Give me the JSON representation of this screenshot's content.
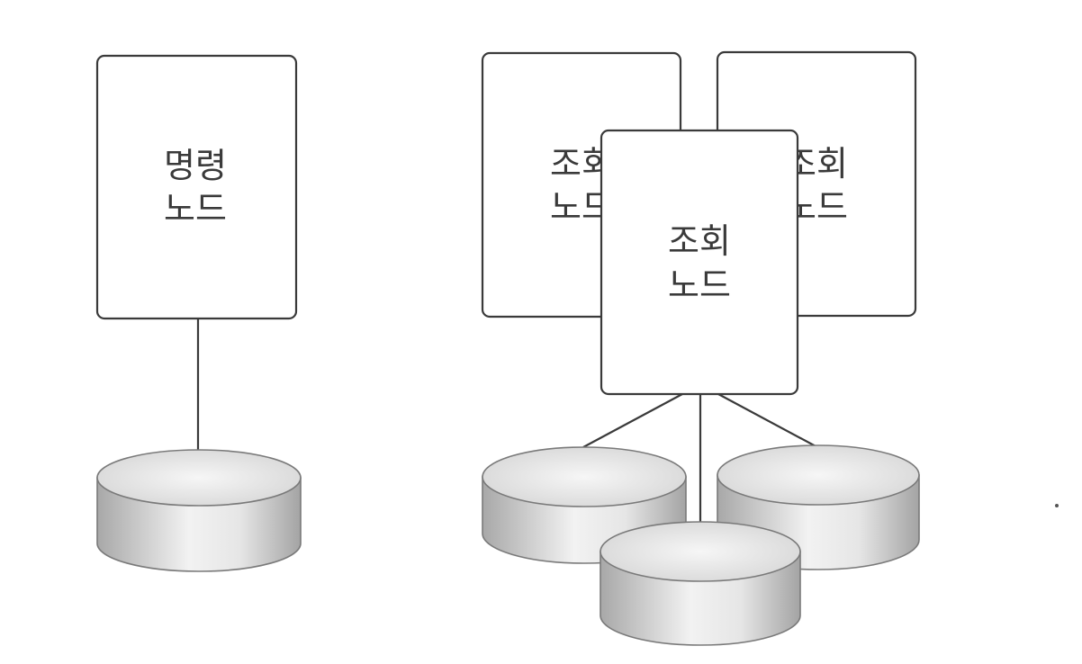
{
  "nodes": {
    "command": {
      "line1": "명령",
      "line2": "노드"
    },
    "query_back_left": {
      "line1": "조회",
      "line2": "노드"
    },
    "query_back_right": {
      "line1": "조회",
      "line2": "노드"
    },
    "query_front": {
      "line1": "조회",
      "line2": "노드"
    }
  },
  "colors": {
    "stroke": "#3a3a3a",
    "box_fill": "#ffffff",
    "db_light": "#f4f4f4",
    "db_dark": "#b8b8b8"
  }
}
